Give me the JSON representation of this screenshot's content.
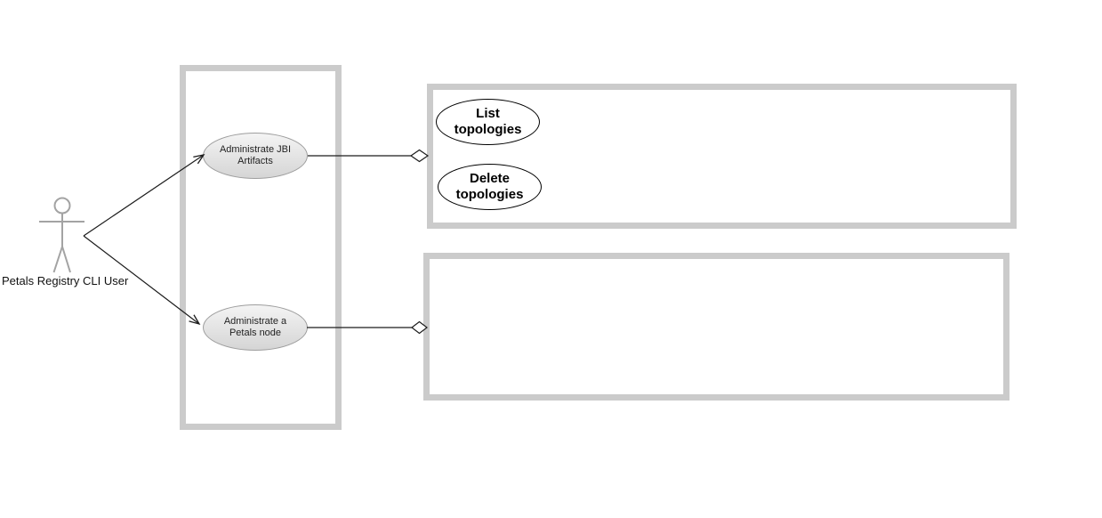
{
  "diagram_type": "UML use case diagram",
  "actor": {
    "label": "Petals Registry CLI User"
  },
  "use_cases": {
    "jbi": {
      "line1": "Administrate JBI",
      "line2": "Artifacts"
    },
    "petals_node": {
      "line1": "Administrate a",
      "line2": "Petals node"
    },
    "list_topologies": {
      "line1": "List",
      "line2": "topologies"
    },
    "delete_topologies": {
      "line1": "Delete",
      "line2": "topologies"
    }
  },
  "connectors": [
    {
      "from": "actor",
      "to": "administrate-jbi-artifacts",
      "style": "open-arrow"
    },
    {
      "from": "actor",
      "to": "administrate-a-petals-node",
      "style": "open-arrow"
    },
    {
      "from": "administrate-jbi-artifacts",
      "to": "top-right-boundary",
      "style": "open-diamond"
    },
    {
      "from": "administrate-a-petals-node",
      "to": "bottom-right-boundary",
      "style": "open-diamond"
    }
  ],
  "colors": {
    "boundary_border": "#cbcbcb",
    "actor_stroke": "#a3a3a3",
    "connector": "#1c1c1c",
    "usecase_fill_top": "#f4f4f4",
    "usecase_fill_bottom": "#d5d5d5",
    "usecase_border": "#9e9e9e",
    "white_usecase_border": "#000000"
  }
}
